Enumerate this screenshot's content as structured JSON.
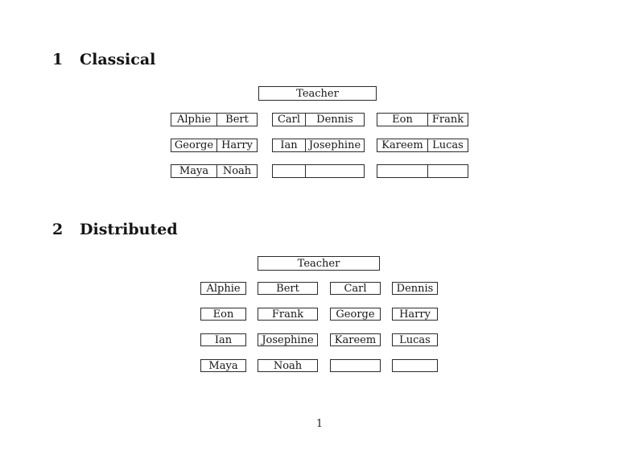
{
  "classical": {
    "heading_number": "1",
    "heading_title": "Classical",
    "teacher_label": "Teacher",
    "desks": [
      {
        "left": "Alphie",
        "right": "Bert"
      },
      {
        "left": "Carl",
        "right": "Dennis"
      },
      {
        "left": "Eon",
        "right": "Frank"
      },
      {
        "left": "George",
        "right": "Harry"
      },
      {
        "left": "Ian",
        "right": "Josephine"
      },
      {
        "left": "Kareem",
        "right": "Lucas"
      },
      {
        "left": "Maya",
        "right": "Noah"
      },
      {
        "left": "",
        "right": ""
      },
      {
        "left": "",
        "right": ""
      }
    ]
  },
  "distributed": {
    "heading_number": "2",
    "heading_title": "Distributed",
    "teacher_label": "Teacher",
    "desks": [
      "Alphie",
      "Bert",
      "Carl",
      "Dennis",
      "Eon",
      "Frank",
      "George",
      "Harry",
      "Ian",
      "Josephine",
      "Kareem",
      "Lucas",
      "Maya",
      "Noah",
      "",
      ""
    ]
  },
  "footer": {
    "page_number": "1"
  }
}
